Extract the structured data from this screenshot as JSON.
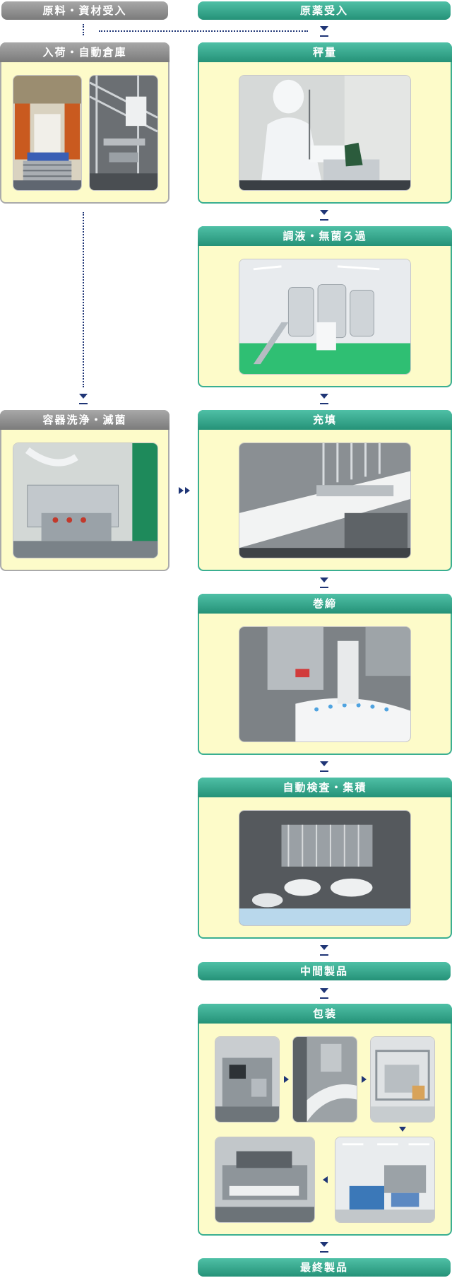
{
  "steps": {
    "raw_materials": "原料・資材受入",
    "api_receipt": "原薬受入",
    "warehouse": "入荷・自動倉庫",
    "weighing": "秤量",
    "formulation": "調液・無菌ろ過",
    "container_wash": "容器洗浄・滅菌",
    "filling": "充填",
    "capping": "巻締",
    "inspection": "自動検査・集積",
    "intermediate": "中間製品",
    "packaging": "包装",
    "final": "最終製品"
  },
  "colors": {
    "green_header": "#2f9e83",
    "gray_header": "#8c8c8c",
    "panel_bg": "#fdfbc9",
    "arrow": "#1f3576"
  },
  "icons": [
    "arrow-down-icon",
    "arrow-right-icon",
    "arrow-left-icon",
    "dotted-connector"
  ]
}
